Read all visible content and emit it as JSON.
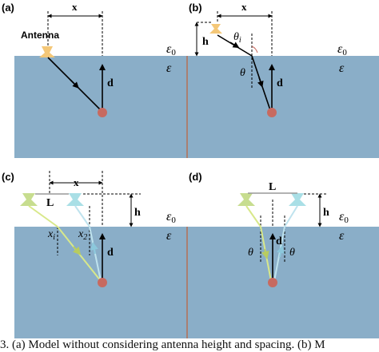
{
  "colors": {
    "water": "#8aaec8",
    "dashed": "#000000",
    "divider": "#c0603a",
    "target": "#c76a60",
    "antenna_orange": "#f4c777",
    "antenna_green": "#c7dd8f",
    "antenna_cyan": "#a9dfe6",
    "ray_green": "#d8e88a",
    "ray_cyan": "#bfe3ee",
    "ray_black": "#000000"
  },
  "panels": {
    "a": {
      "tag": "(a)",
      "antenna_label": "Antenna",
      "x_label": "x",
      "d_label": "d",
      "eps0": "ε",
      "eps0_sub": "0",
      "eps": "ε"
    },
    "b": {
      "tag": "(b)",
      "x_label": "x",
      "h_label": "h",
      "d_label": "d",
      "theta_i": "θ",
      "theta_i_sub": "i",
      "theta": "θ",
      "eps0": "ε",
      "eps0_sub": "0",
      "eps": "ε"
    },
    "c": {
      "tag": "(c)",
      "x_label": "x",
      "L_label": "L",
      "h_label": "h",
      "d_label": "d",
      "x_i": "x",
      "x_i_sub": "i",
      "x_2": "x",
      "x_2_sub": "2",
      "eps0": "ε",
      "eps0_sub": "0",
      "eps": "ε"
    },
    "d": {
      "tag": "(d)",
      "L_label": "L",
      "h_label": "h",
      "d_label": "d",
      "theta_left": "θ",
      "theta_right": "θ",
      "eps0": "ε",
      "eps0_sub": "0",
      "eps": "ε"
    }
  },
  "caption": "3.   (a) Model without considering antenna height and spacing. (b) M"
}
